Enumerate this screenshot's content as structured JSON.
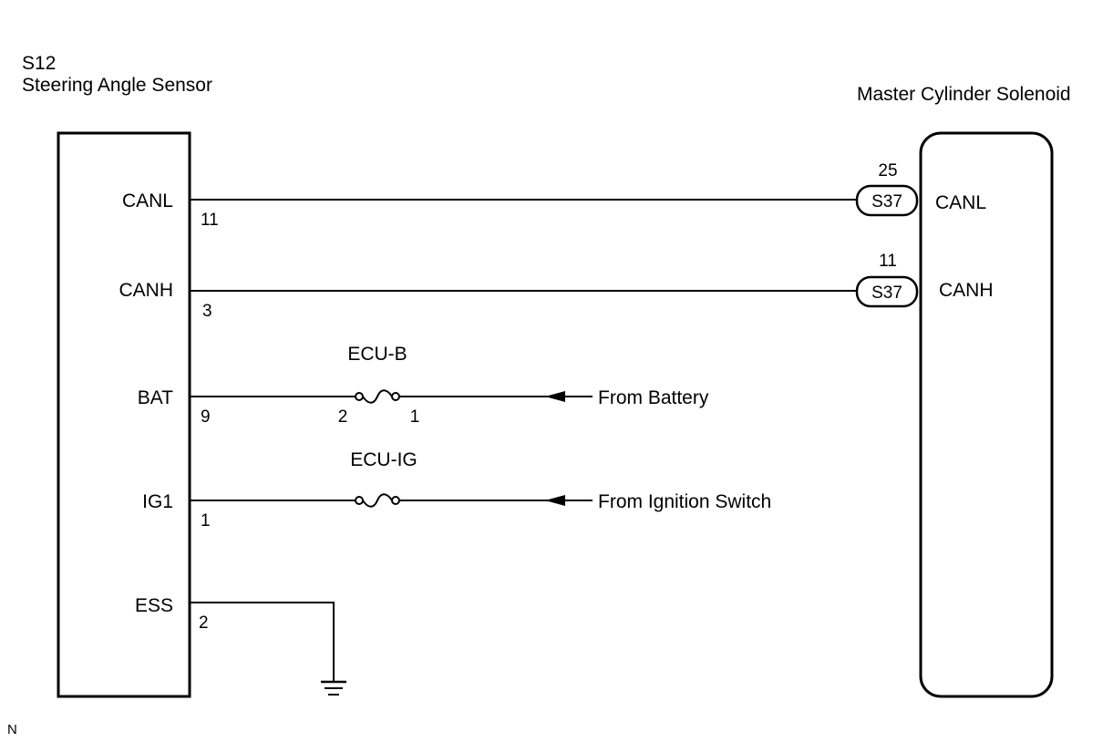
{
  "left_component": {
    "code": "S12",
    "name": "Steering Angle Sensor",
    "pins": [
      {
        "signal": "CANL",
        "number": "11"
      },
      {
        "signal": "CANH",
        "number": "3"
      },
      {
        "signal": "BAT",
        "number": "9"
      },
      {
        "signal": "IG1",
        "number": "1"
      },
      {
        "signal": "ESS",
        "number": "2"
      }
    ]
  },
  "right_component": {
    "name": "Master Cylinder Solenoid",
    "pins": [
      {
        "signal": "CANL",
        "connector": "S37",
        "number": "25"
      },
      {
        "signal": "CANH",
        "connector": "S37",
        "number": "11"
      }
    ]
  },
  "fuses": [
    {
      "name": "ECU-B",
      "pin_left": "2",
      "pin_right": "1",
      "source": "From Battery"
    },
    {
      "name": "ECU-IG",
      "source": "From Ignition Switch"
    }
  ],
  "footer_mark": "N"
}
